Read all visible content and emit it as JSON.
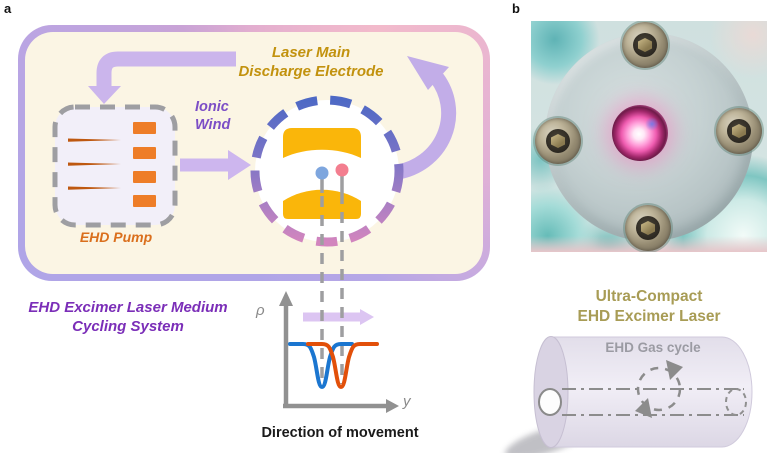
{
  "figure": {
    "panel_a": {
      "label": "a",
      "electrode_label_line1": "Laser Main",
      "electrode_label_line2": "Discharge Electrode",
      "ionic_wind_line1": "Ionic",
      "ionic_wind_line2": "Wind",
      "pump_label": "EHD Pump",
      "system_label_line1": "EHD Excimer Laser Medium",
      "system_label_line2": "Cycling System",
      "inset_plot": {
        "y_axis_label": "ρ",
        "x_axis_label": "y",
        "caption": "Direction of movement",
        "type": "line",
        "description": "Two overlapping inverted-Gaussian gas-density dips on a flat baseline; blue dip centered just left of the orange dip, both aligned with dashed guide lines dropping from the discharge gap; a lavender arrow indicates movement toward +y",
        "series": [
          {
            "name": "blue-density-dip",
            "color": "#1B76D0"
          },
          {
            "name": "orange-density-dip",
            "color": "#E2500A"
          }
        ]
      }
    },
    "panel_b": {
      "label": "b",
      "title_line1": "Ultra-Compact",
      "title_line2": "EHD Excimer Laser",
      "gas_cycle_label": "EHD Gas cycle"
    },
    "colors": {
      "panel_fill": "#FBF5E4",
      "border_purple": "#B3A5E6",
      "border_pink": "#F2BACB",
      "arrow_purple": "#CBB5EC",
      "electrode_gold": "#FAB60A",
      "electrode_text_gold": "#C2920E",
      "pump_orange": "#EE7D28",
      "pump_text_orange": "#DA6F1D",
      "ionic_wind_purple": "#7C4EC6",
      "system_text_purple": "#7B2EB8",
      "blue_curve": "#1B76D0",
      "orange_curve": "#E2500A",
      "compact_title_olive": "#A89C55",
      "discharge_glow_pink": "#EF5CB0"
    }
  }
}
